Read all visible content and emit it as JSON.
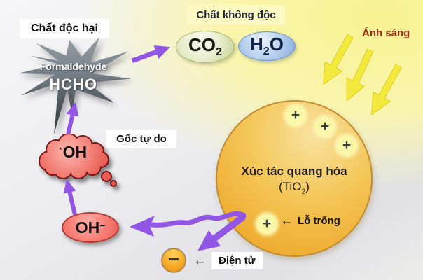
{
  "labels": {
    "toxic": "Chất độc hại",
    "nontoxic": "Chất không độc",
    "light": "Ánh sáng",
    "free_radical": "Gốc tự do",
    "hole": "Lỗ trống",
    "electron": "Điện tử",
    "left_arrow": "←"
  },
  "pollutant": {
    "name": "Formaldehyde",
    "formula": "HCHO"
  },
  "products": {
    "co2": {
      "base": "CO",
      "subscript": "2"
    },
    "h2o": {
      "h": "H",
      "subscript": "2",
      "o": "O"
    }
  },
  "radical": {
    "dot": "·",
    "formula": "OH"
  },
  "hydroxide": {
    "formula": "OH",
    "superscript": "−"
  },
  "catalyst": {
    "title": "Xúc tác quang hóa",
    "formula_open": "(TiO",
    "formula_subscript": "2",
    "formula_close": ")",
    "plus_sign": "+",
    "minus_sign": "−"
  },
  "colors": {
    "purple_arrow": "#9156e4",
    "light_arrow_yellow": "#f2e93c",
    "catalyst_orange": "#f0b13c",
    "radical_pink": "#f1766e",
    "light_text_red": "#a62c18",
    "background_yellow": "#f8f292",
    "starburst_gray": "#5a6166"
  }
}
